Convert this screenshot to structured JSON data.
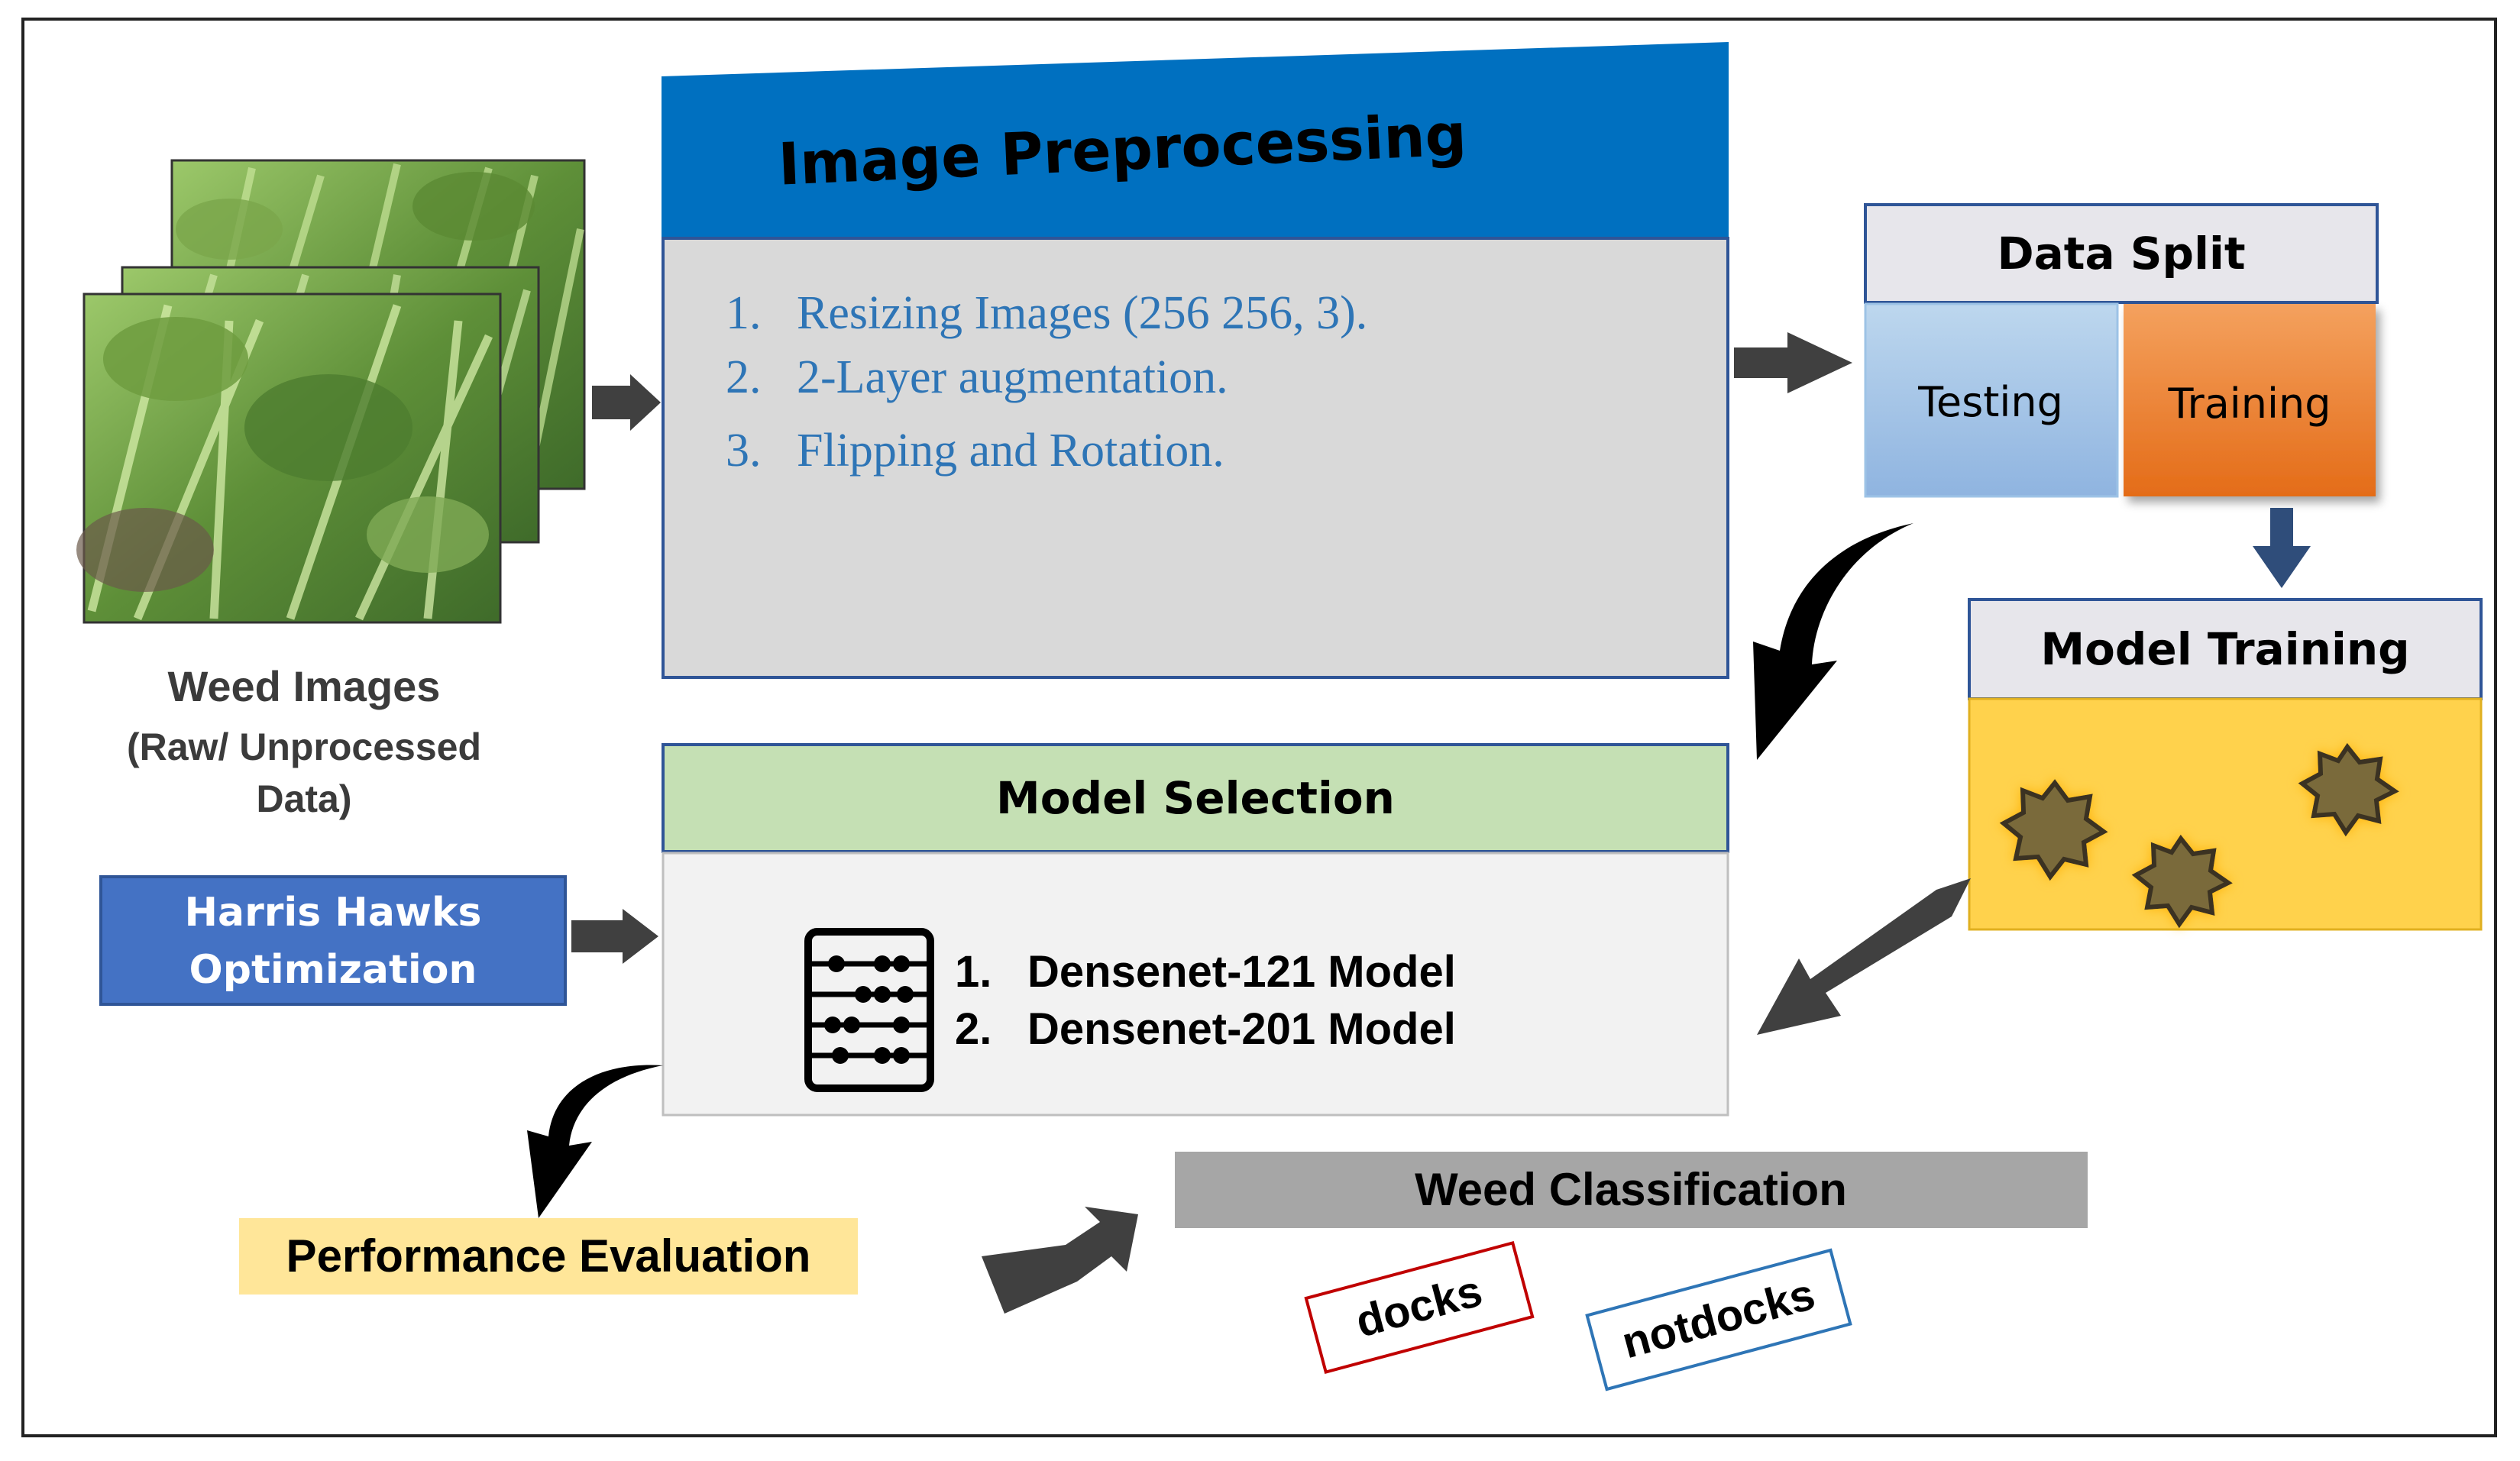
{
  "weed_images": {
    "title": "Weed Images",
    "subtitle_line1": "(Raw/ Unprocessed",
    "subtitle_line2": "Data)"
  },
  "preprocessing": {
    "title": "Image Preprocessing",
    "steps": [
      {
        "num": "1.",
        "text": "Resizing Images (256 256, 3)."
      },
      {
        "num": "2.",
        "text": "2-Layer augmentation."
      },
      {
        "num": "3.",
        "text": "Flipping and Rotation."
      }
    ]
  },
  "data_split": {
    "title": "Data Split",
    "testing": "Testing",
    "training": "Training"
  },
  "model_training": {
    "title": "Model Training"
  },
  "model_selection": {
    "title": "Model Selection",
    "models": [
      {
        "num": "1.",
        "text": "Densenet-121 Model"
      },
      {
        "num": "2.",
        "text": "Densenet-201 Model"
      }
    ]
  },
  "optimizer": {
    "line1": "Harris Hawks",
    "line2": "Optimization"
  },
  "performance": {
    "label": "Performance Evaluation"
  },
  "classification": {
    "title": "Weed Classification",
    "labels": [
      "docks",
      "notdocks"
    ]
  },
  "colors": {
    "preprocessing_header": "#0070c0",
    "preprocessing_body": "#d9d9d9",
    "step_text": "#2e75b6",
    "testing": "#9dc3e6",
    "training": "#ed7d31",
    "model_training_body": "#ffd24c",
    "model_selection_header": "#c5e0b4",
    "optimizer": "#4472c4",
    "performance": "#ffe699",
    "classification_header": "#a6a6a6",
    "docks_border": "#c00000",
    "notdocks_border": "#2e75b6",
    "arrow": "#404040"
  }
}
